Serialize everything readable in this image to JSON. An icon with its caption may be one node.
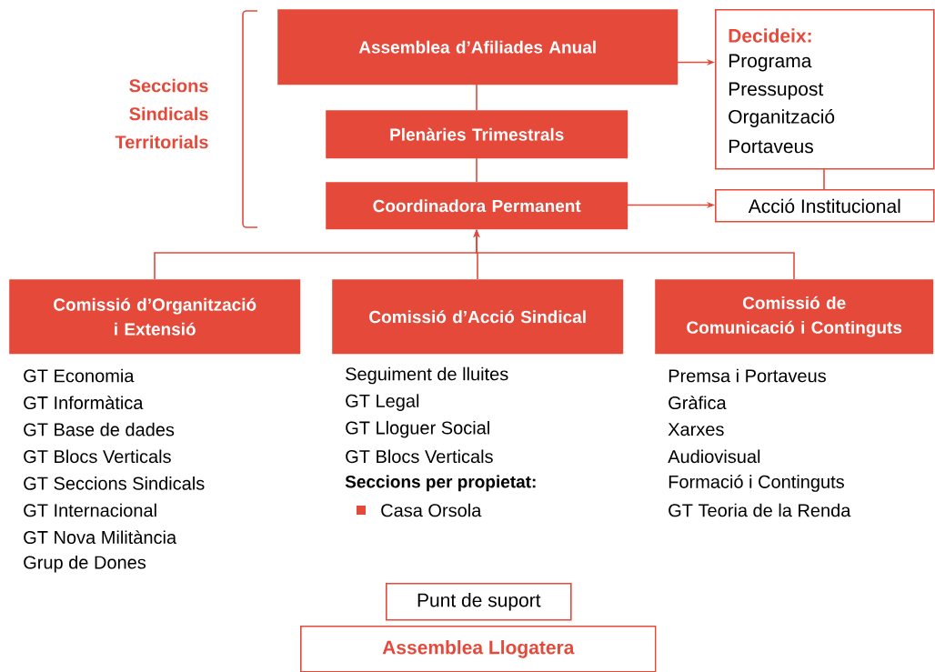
{
  "diagram": {
    "nodes": [
      {
        "text": [
          "Assemblea d’Afiliades Anual"
        ]
      },
      {
        "text": [
          "Decideix:",
          "Programa",
          "Pressupost",
          "Organització",
          "Portaveus"
        ]
      },
      {
        "text": [
          "Plenàries Trimestrals"
        ]
      },
      {
        "text": [
          "Coordinadora Permanent"
        ]
      },
      {
        "text": [
          "Acció Institucional"
        ]
      },
      {
        "text": [
          "Comissió d’Organització i Extensió"
        ],
        "beside": [
          "GT Economia",
          "GT Informàtica",
          "GT Base de dades",
          "GT Blocs Verticals",
          "GT Seccions Sindicals",
          "GT Internacional",
          "GT Nova Militància",
          "Grup de Dones"
        ]
      },
      {
        "text": [
          "Comissió d’Acció Sindical"
        ],
        "beside": [
          "Seguiment de lluites",
          "GT Legal",
          "GT Lloguer Social",
          "GT Blocs Verticals",
          "Seccions per propietat:",
          "Casa Orsola"
        ]
      },
      {
        "text": [
          "Comissió de Comunicació i Continguts"
        ],
        "beside": [
          "Premsa i Portaveus",
          "Gràfica",
          "Xarxes",
          "Audiovisual",
          "Formació i Continguts",
          "GT Teoria de la Renda"
        ]
      },
      {
        "text": [
          "Punt de suport"
        ]
      },
      {
        "text": [
          "Assemblea Llogatera"
        ]
      }
    ],
    "edges": [
      {
        "from": 0,
        "to": 1,
        "arrow": "to"
      },
      {
        "from": 0,
        "to": 2,
        "arrow": "none"
      },
      {
        "from": 2,
        "to": 3,
        "arrow": "none"
      },
      {
        "from": 3,
        "to": 4,
        "arrow": "to"
      },
      {
        "from": 1,
        "to": 4,
        "arrow": "none"
      },
      {
        "from": 5,
        "to": 3,
        "arrow": "to"
      },
      {
        "from": 6,
        "to": 3,
        "arrow": "to"
      },
      {
        "from": 7,
        "to": 3,
        "arrow": "to"
      }
    ],
    "labels": [
      "Seccions Sindicals Territorials"
    ]
  }
}
